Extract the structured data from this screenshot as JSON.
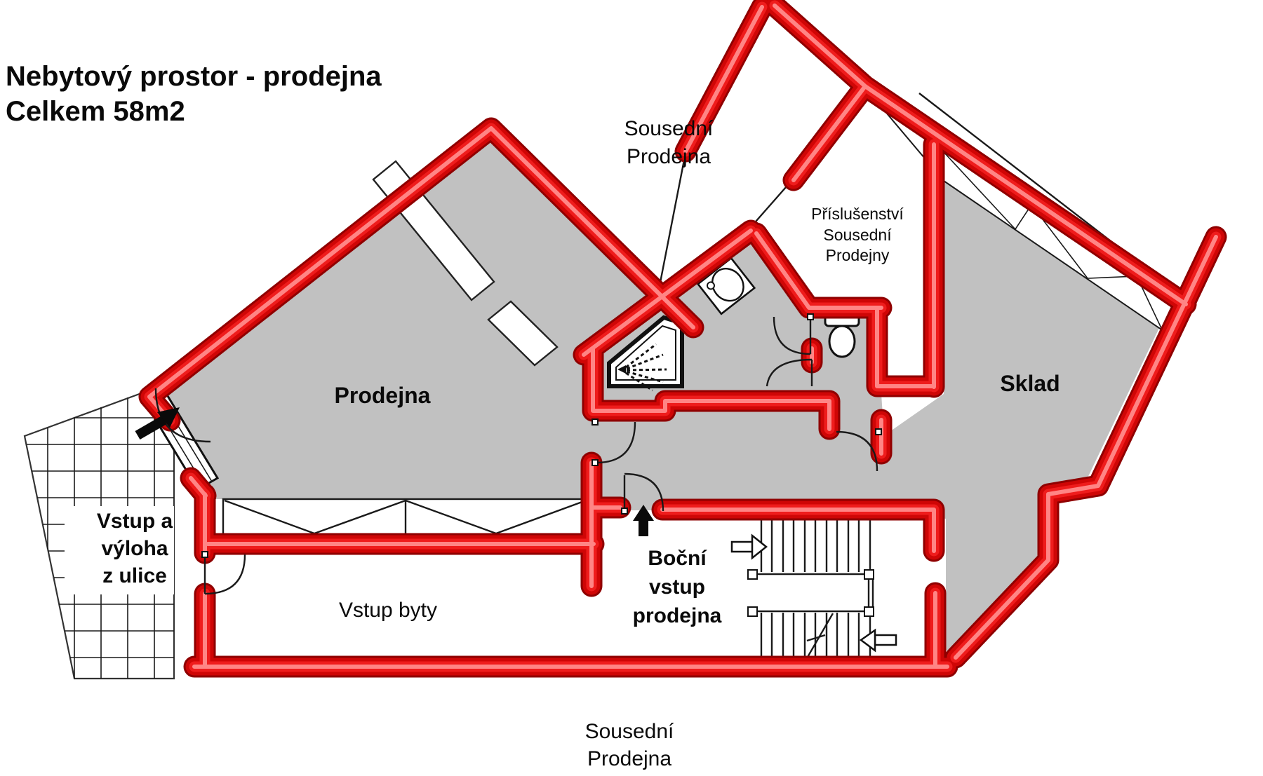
{
  "title": {
    "line1": "Nebytový prostor - prodejna",
    "line2": "Celkem 58m2"
  },
  "labels": {
    "prodejna": "Prodejna",
    "sklad": "Sklad",
    "vstup_byty": "Vstup byty",
    "vstup_vyloha": [
      "Vstup a",
      "výloha",
      "z ulice"
    ],
    "bocni_vstup": [
      "Boční",
      "vstup",
      "prodejna"
    ],
    "prislusenstvi": [
      "Příslušenství",
      "Sousední",
      "Prodejny"
    ],
    "sousedni_top": [
      "Sousední",
      "Prodejna"
    ],
    "sousedni_bottom": [
      "Sousední",
      "Prodejna"
    ]
  },
  "icons": {
    "shower": "shower-spray-icon",
    "toilet": "toilet-icon",
    "sink": "sink-icon",
    "stairs": "staircase-icon",
    "entry_arrows": "entry-direction-arrow"
  },
  "colors": {
    "wall_red": "#cf0606",
    "wall_red_dark": "#8f0000",
    "wall_red_highlight": "#ff8585",
    "floor_gray": "#c1c1c1",
    "outline_black": "#1a1a1a",
    "background": "#ffffff"
  }
}
